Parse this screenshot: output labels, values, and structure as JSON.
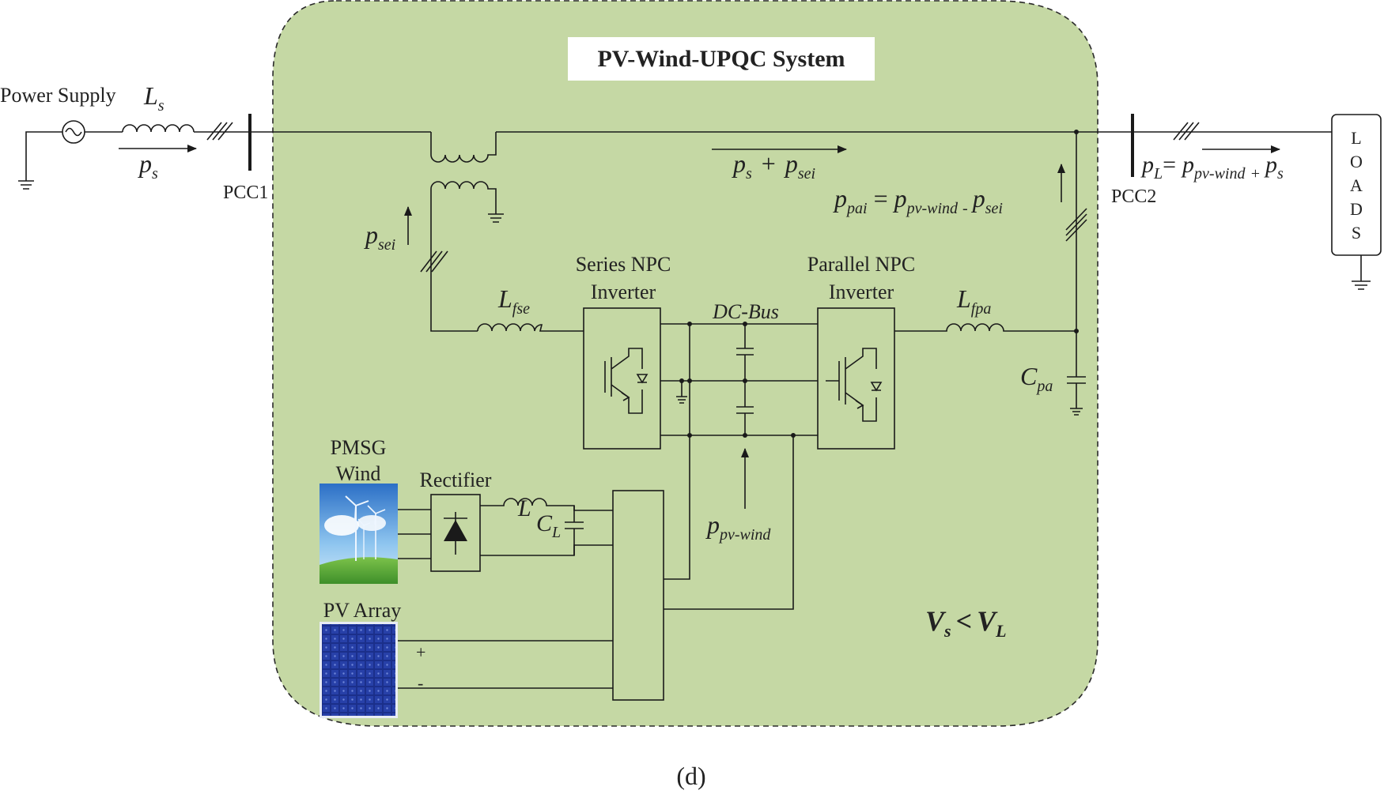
{
  "diagram": {
    "title": "PV-Wind-UPQC System",
    "caption": "(d)",
    "condition": {
      "v_s": "V",
      "v_s_sub": "s",
      "op": "<",
      "v_l": "V",
      "v_l_sub": "L"
    },
    "source": {
      "label": "Power Supply",
      "inductor": "L",
      "inductor_sub": "s",
      "flow": "p",
      "flow_sub": "s"
    },
    "pcc1": "PCC1",
    "pcc2": "PCC2",
    "loads": [
      "L",
      "O",
      "A",
      "D",
      "S"
    ],
    "flows": {
      "main_p": "p",
      "main_s": "s",
      "main_plus": "+",
      "main_p2": "p",
      "main_sei": "sei",
      "pai_p": "p",
      "pai_sub": "pai",
      "pai_eq": "=",
      "pai_p2": "p",
      "pai_sub2": "pv-wind",
      "pai_minus": "-",
      "pai_p3": "p",
      "pai_sub3": "sei",
      "load_p": "p",
      "load_sub": "L",
      "load_eq": "=",
      "load_p2": "p",
      "load_sub2": "pv-wind",
      "load_plus": "+",
      "load_p3": "p",
      "load_sub3": "s",
      "sei_p": "p",
      "sei_sub": "sei",
      "pvw_p": "p",
      "pvw_sub": "pv-wind"
    },
    "components": {
      "series_inv_1": "Series NPC",
      "series_inv_2": "Inverter",
      "parallel_inv_1": "Parallel NPC",
      "parallel_inv_2": "Inverter",
      "dc_bus": "DC-Bus",
      "l_fse": "L",
      "l_fse_sub": "fse",
      "l_fpa": "L",
      "l_fpa_sub": "fpa",
      "c_pa": "C",
      "c_pa_sub": "pa",
      "pmsg_1": "PMSG",
      "pmsg_2": "Wind",
      "rectifier": "Rectifier",
      "l": "L",
      "c_l": "C",
      "c_l_sub": "L",
      "pv_array": "PV Array",
      "plus": "+",
      "minus": "-"
    }
  },
  "colors": {
    "panel": "#c5d8a4",
    "line": "#1a1a1a",
    "sky": "#3a7fd0",
    "grass": "#4aa83a",
    "pv_cell": "#1b2f8a"
  }
}
